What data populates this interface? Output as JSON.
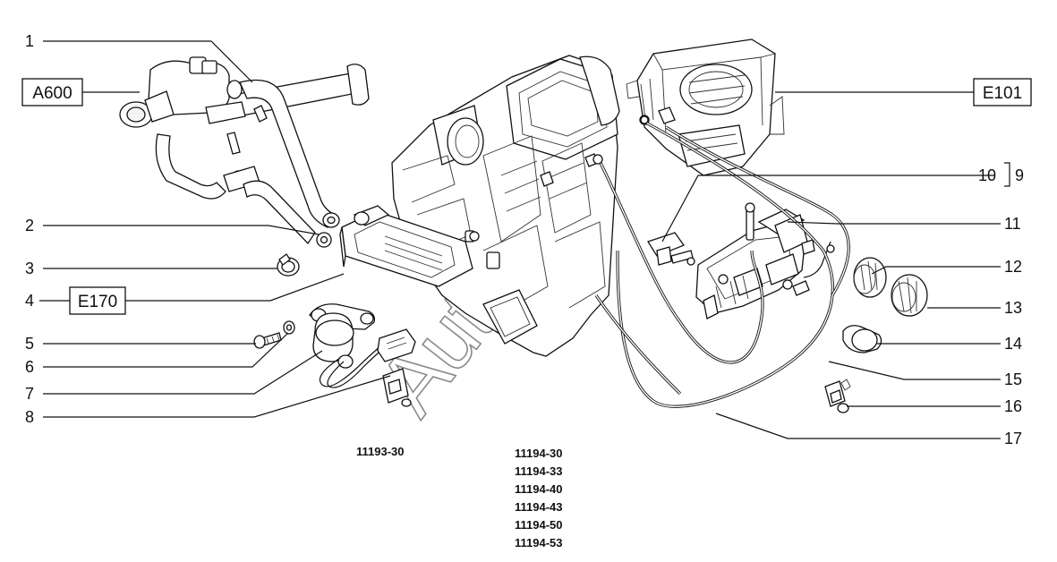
{
  "callouts": [
    {
      "id": "c1",
      "text": "1"
    },
    {
      "id": "c2",
      "text": "2"
    },
    {
      "id": "c3",
      "text": "3"
    },
    {
      "id": "c4",
      "text": "4"
    },
    {
      "id": "c5",
      "text": "5"
    },
    {
      "id": "c6",
      "text": "6"
    },
    {
      "id": "c7",
      "text": "7"
    },
    {
      "id": "c8",
      "text": "8"
    },
    {
      "id": "c9",
      "text": "9"
    },
    {
      "id": "c10",
      "text": "10"
    },
    {
      "id": "c11",
      "text": "11"
    },
    {
      "id": "c12",
      "text": "12"
    },
    {
      "id": "c13",
      "text": "13"
    },
    {
      "id": "c14",
      "text": "14"
    },
    {
      "id": "c15",
      "text": "15"
    },
    {
      "id": "c16",
      "text": "16"
    },
    {
      "id": "c17",
      "text": "17"
    }
  ],
  "references": {
    "a600": "A600",
    "e170": "E170",
    "e101": "E101"
  },
  "models_left": [
    "11193-30"
  ],
  "models_right": [
    "11194-30",
    "11194-33",
    "11194-40",
    "11194-43",
    "11194-50",
    "11194-53"
  ],
  "watermark": "AutoSoft"
}
